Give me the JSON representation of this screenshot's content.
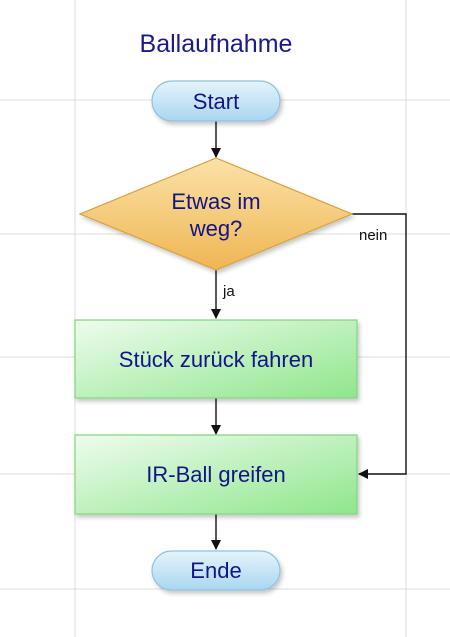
{
  "diagram": {
    "title": "Ballaufnahme",
    "nodes": {
      "start": "Start",
      "decision_line1": "Etwas im",
      "decision_line2": "weg?",
      "step_back": "Stück zurück fahren",
      "grab_ball": "IR-Ball greifen",
      "end": "Ende"
    },
    "edges": {
      "yes": "ja",
      "no": "nein"
    }
  },
  "colors": {
    "text": "#14148a",
    "terminator": "#b9def2",
    "decision": "#f2c064",
    "process": "#b5f0b3",
    "gridlines": "#dcdcdc"
  }
}
